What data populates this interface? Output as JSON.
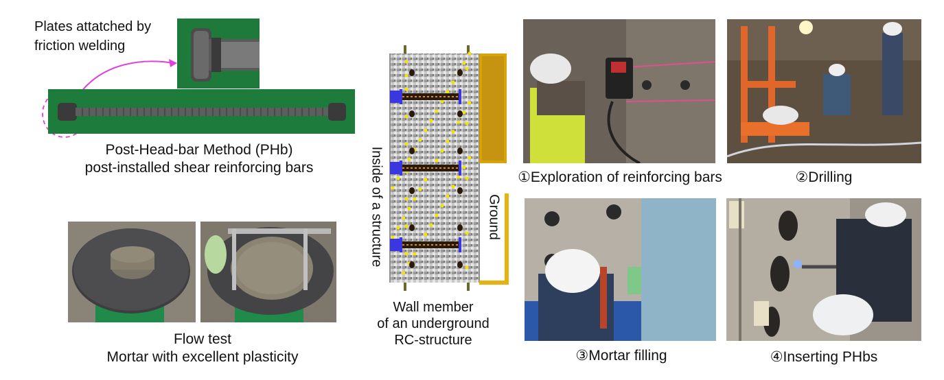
{
  "friction_note": {
    "line1": "Plates attatched by",
    "line2": "friction welding"
  },
  "phb_caption": {
    "line1": "Post-Head-bar Method (PHb)",
    "line2": "post-installed shear reinforcing bars"
  },
  "flow_caption": {
    "line1": "Flow test",
    "line2": "Mortar with excellent plasticity"
  },
  "wall_diagram": {
    "inside_label": "Inside of a structure",
    "ground_label": "Ground",
    "caption_line1": "Wall member",
    "caption_line2": "of an underground",
    "caption_line3": "RC-structure"
  },
  "steps": [
    {
      "label": "①Exploration of reinforcing bars"
    },
    {
      "label": "②Drilling"
    },
    {
      "label": "③Mortar filling"
    },
    {
      "label": "④Inserting PHbs"
    }
  ],
  "colors": {
    "accent_magenta": "#e040e0",
    "ground_gold": "#d6a30a",
    "bar_blue": "#3a36e0",
    "dot_yellow": "#f5e400"
  }
}
